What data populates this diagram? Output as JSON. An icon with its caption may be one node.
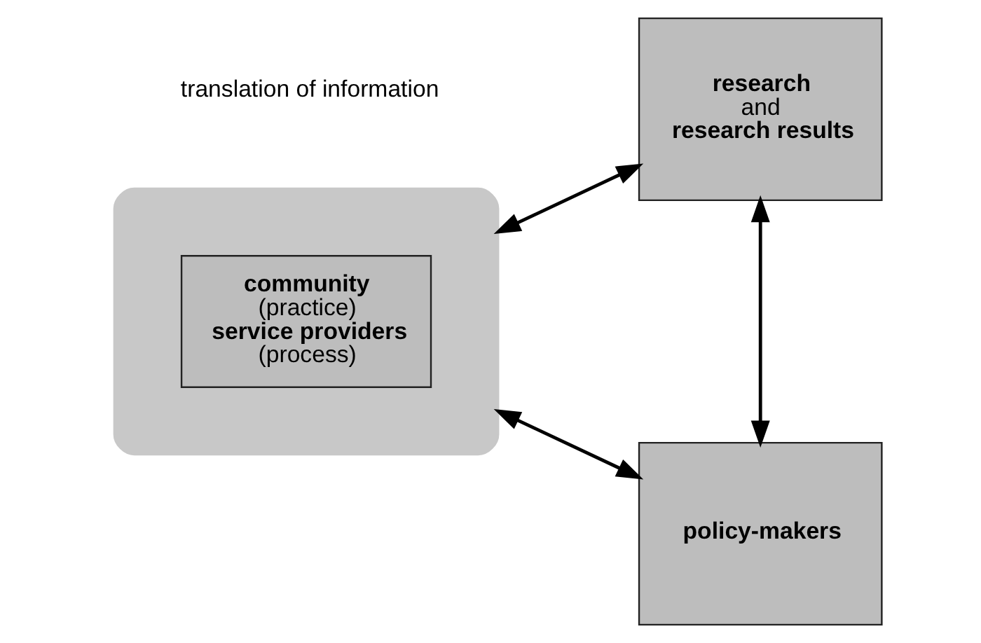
{
  "diagram": {
    "nodes": [
      {
        "text": [],
        "shape": "ellipse"
      },
      {
        "text": [
          "**community** (practice)",
          "**service providers** (process)"
        ],
        "in": 0
      },
      {
        "text": [
          "**research** and **research results**"
        ]
      },
      {
        "text": [
          "**policy-makers**"
        ]
      }
    ],
    "edges": [
      {
        "from": 0,
        "to": 2,
        "arrow": "both"
      },
      {
        "from": 2,
        "to": 3,
        "arrow": "both"
      },
      {
        "from": 0,
        "to": 3,
        "arrow": "both"
      }
    ],
    "labels": [
      "translation of information"
    ]
  }
}
